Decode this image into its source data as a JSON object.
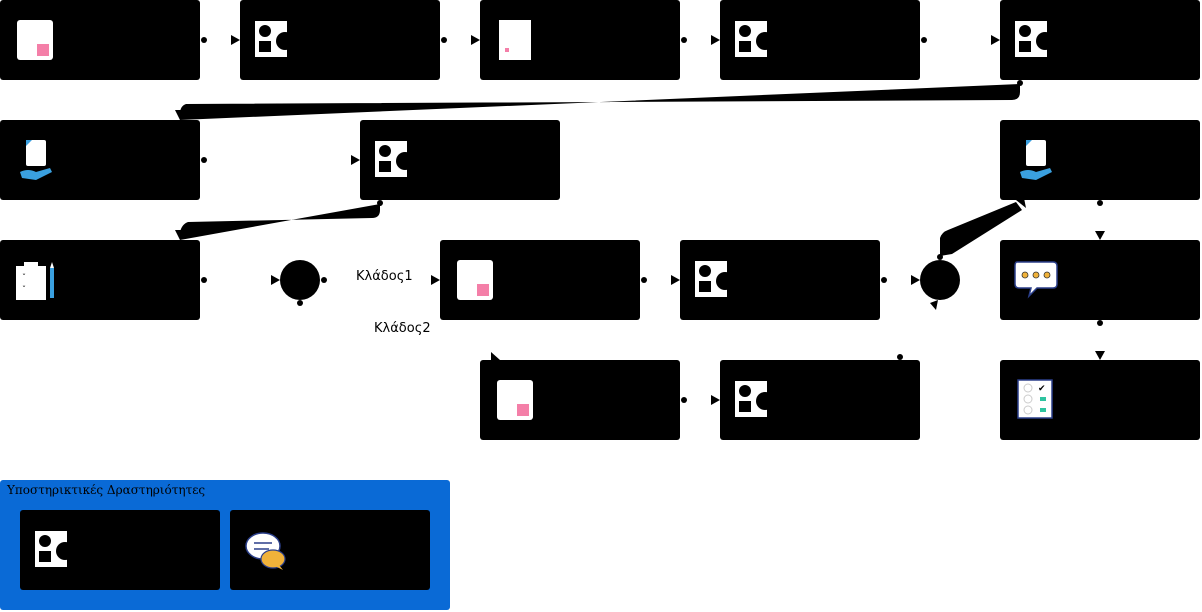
{
  "branches": {
    "branch1_label": "Κλάδος1",
    "branch2_label": "Κλάδος2"
  },
  "support_group": {
    "title": "Υποστηρικτικές Δραστηριότητες",
    "color": "#0a6ad6"
  },
  "nodes": [
    {
      "id": "n1",
      "icon": "document-pink-icon"
    },
    {
      "id": "n2",
      "icon": "shapes-icon"
    },
    {
      "id": "n3",
      "icon": "document-small-icon"
    },
    {
      "id": "n4",
      "icon": "shapes-icon"
    },
    {
      "id": "n5",
      "icon": "shapes-icon"
    },
    {
      "id": "n6",
      "icon": "document-hand-icon"
    },
    {
      "id": "n7",
      "icon": "shapes-icon"
    },
    {
      "id": "n8",
      "icon": "document-hand-icon"
    },
    {
      "id": "n9",
      "icon": "clipboard-pencil-icon"
    },
    {
      "id": "n10",
      "icon": "document-pink-icon"
    },
    {
      "id": "n11",
      "icon": "shapes-icon"
    },
    {
      "id": "n12",
      "icon": "chat-bubble-icon"
    },
    {
      "id": "n13",
      "icon": "document-pink-icon"
    },
    {
      "id": "n14",
      "icon": "shapes-icon"
    },
    {
      "id": "n15",
      "icon": "checklist-icon"
    },
    {
      "id": "s1",
      "icon": "shapes-icon"
    },
    {
      "id": "s2",
      "icon": "chat-bubbles-icon"
    }
  ],
  "colors": {
    "accent_pink": "#f47fa8",
    "group_blue": "#0a6ad6"
  }
}
